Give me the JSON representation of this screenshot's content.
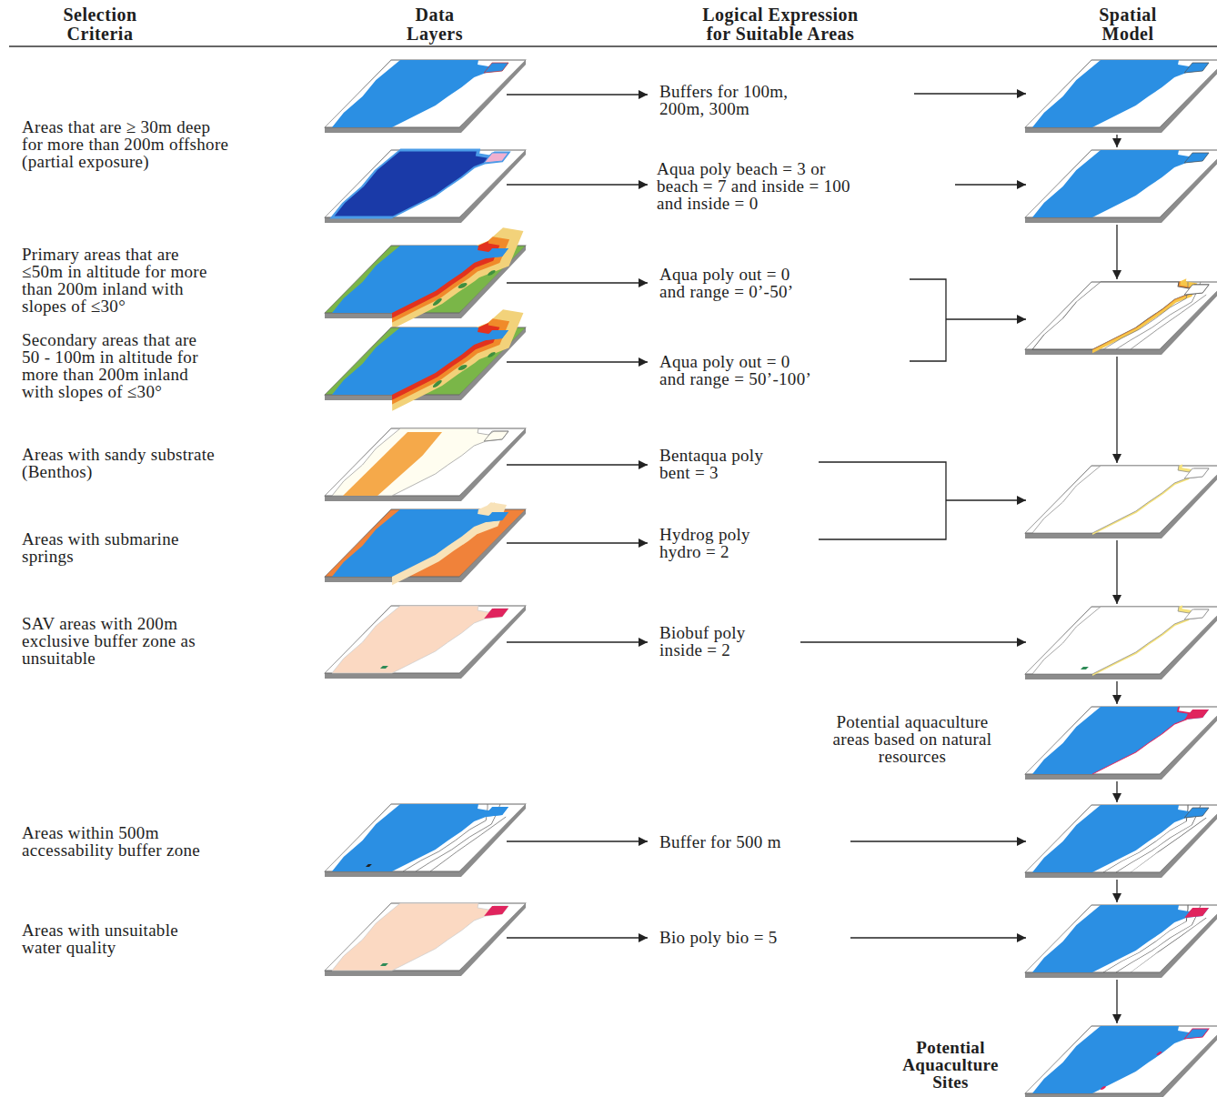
{
  "diagram": {
    "labels": [
      "Selection Criteria",
      "Data Layers",
      "Logical Expression for Suitable Areas",
      "Spatial Model",
      "Areas that are ≥ 30m deep for more than 200m offshore (partial exposure)",
      "Buffers for 100m, 200m, 300m",
      "Aqua poly beach = 3 or beach = 7 and inside = 100 and inside = 0",
      "Primary areas that are ≤50m in altitude for more than 200m inland with slopes of ≤30°",
      "Aqua poly out = 0 and range = 0’-50’",
      "Secondary areas that are 50 - 100m in altitude for more than 200m inland with slopes of ≤30°",
      "Aqua poly out = 0 and range = 50’-100’",
      "Areas with sandy substrate (Benthos)",
      "Bentaqua poly bent = 3",
      "Areas with submarine springs",
      "Hydrog poly hydro = 2",
      "SAV areas with 200m exclusive buffer zone as unsuitable",
      "Biobuf poly inside = 2",
      "Potential aquaculture areas based on natural resources",
      "Areas within 500m accessability buffer zone",
      "Buffer for 500 m",
      "Areas with unsuitable water quality",
      "Bio poly bio = 5",
      "Potential Aquaculture Sites"
    ]
  }
}
